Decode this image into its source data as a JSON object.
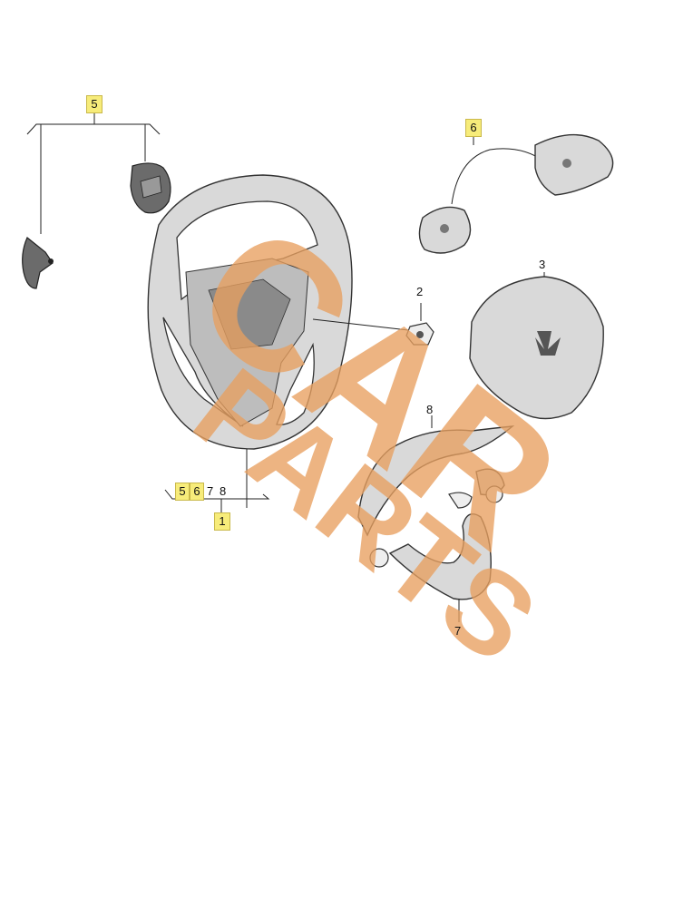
{
  "callouts": {
    "paddle_group": "5",
    "cable_switch": "6",
    "airbag": "3",
    "nut": "2",
    "trim_top": "8",
    "trim_bottom": "7",
    "wheel_assembly": "1",
    "sub_5": "5",
    "sub_6": "6",
    "sub_7": "7",
    "sub_8": "8"
  },
  "watermark": {
    "line1": "CAR",
    "line2": "PARTS"
  },
  "colors": {
    "highlight": "#f7ec7a",
    "watermark": "#e8a060"
  }
}
